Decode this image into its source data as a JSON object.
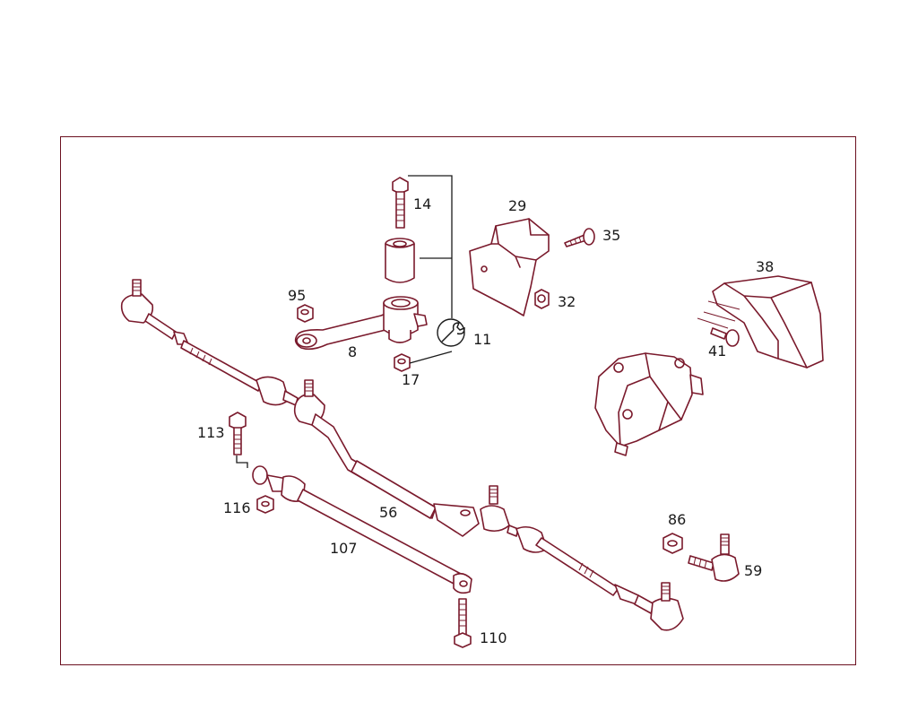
{
  "parts": {
    "p14": "14",
    "p29": "29",
    "p35": "35",
    "p95": "95",
    "p32": "32",
    "p38": "38",
    "p8": "8",
    "p11": "11",
    "p41": "41",
    "p17": "17",
    "p113": "113",
    "p116": "116",
    "p56": "56",
    "p86": "86",
    "p107": "107",
    "p59": "59",
    "p110": "110"
  },
  "colors": {
    "line": "#7a1a2c",
    "frame": "#6b1020",
    "text": "#1a1a1a"
  }
}
